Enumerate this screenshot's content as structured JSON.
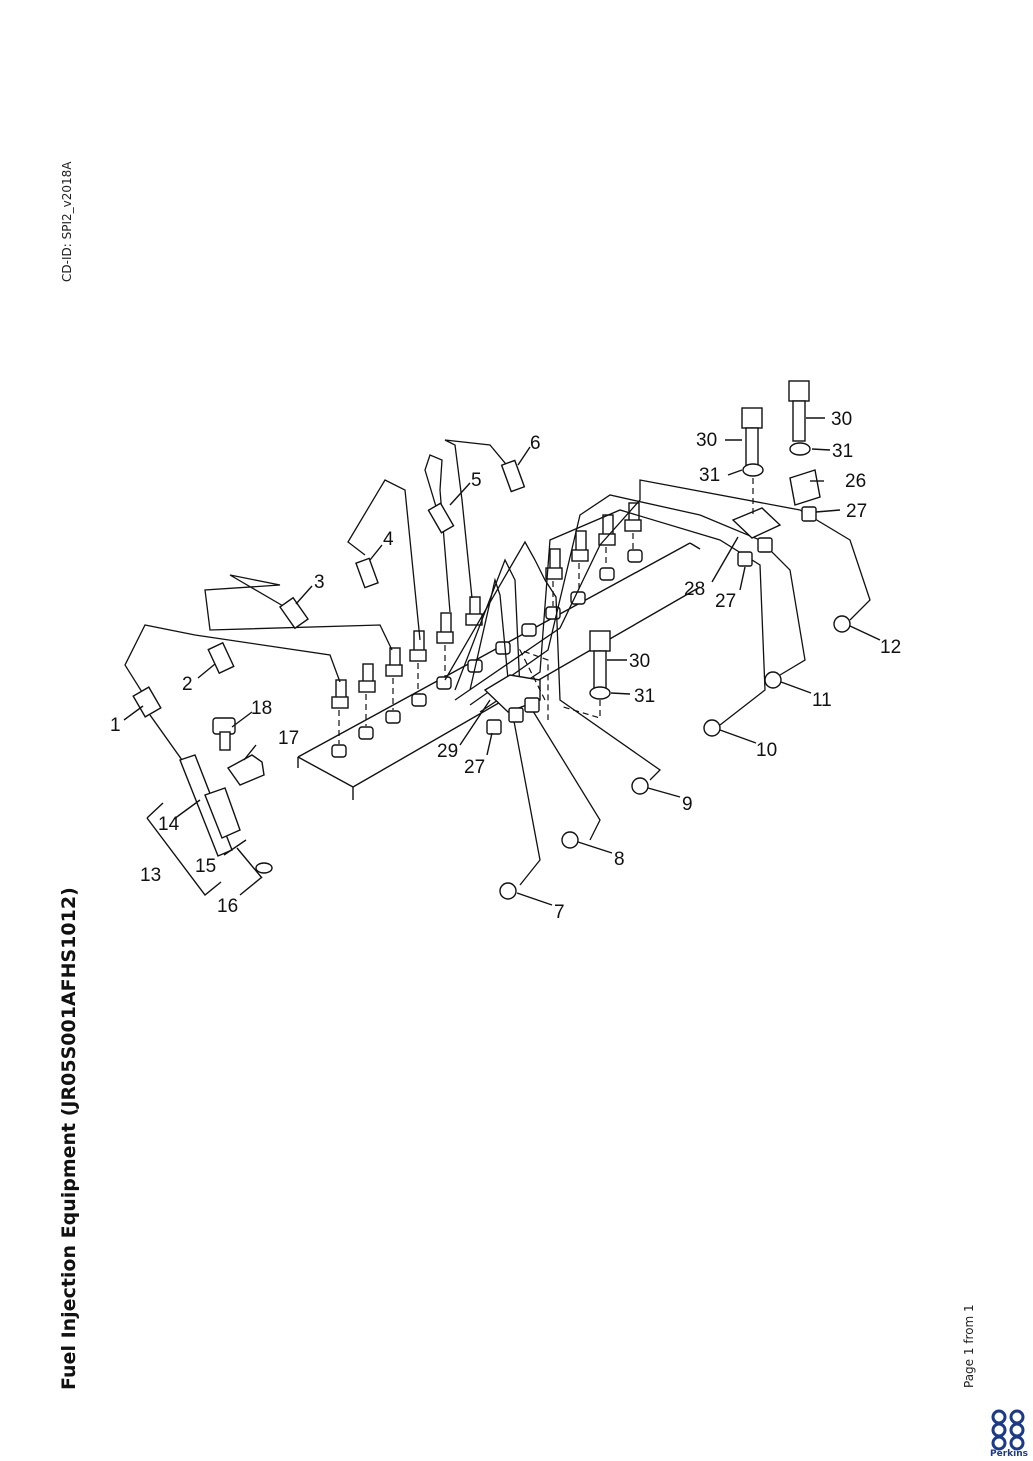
{
  "header": {
    "cd_id": "CD-ID: SPI2_v2018A"
  },
  "document": {
    "title": "Fuel Injection Equipment (JR05S001AFHS1012)"
  },
  "footer": {
    "page_label": "Page 1 from 1",
    "brand": "Perkins"
  },
  "diagram": {
    "callouts": {
      "c1": "1",
      "c2": "2",
      "c3": "3",
      "c4": "4",
      "c5": "5",
      "c6": "6",
      "c7": "7",
      "c8": "8",
      "c9": "9",
      "c10": "10",
      "c11": "11",
      "c12": "12",
      "c13": "13",
      "c14": "14",
      "c15": "15",
      "c16": "16",
      "c17": "17",
      "c18": "18",
      "c26": "26",
      "c27a": "27",
      "c27b": "27",
      "c27c": "27",
      "c28": "28",
      "c29": "29",
      "c30a": "30",
      "c30b": "30",
      "c30c": "30",
      "c31a": "31",
      "c31b": "31",
      "c31c": "31"
    }
  }
}
